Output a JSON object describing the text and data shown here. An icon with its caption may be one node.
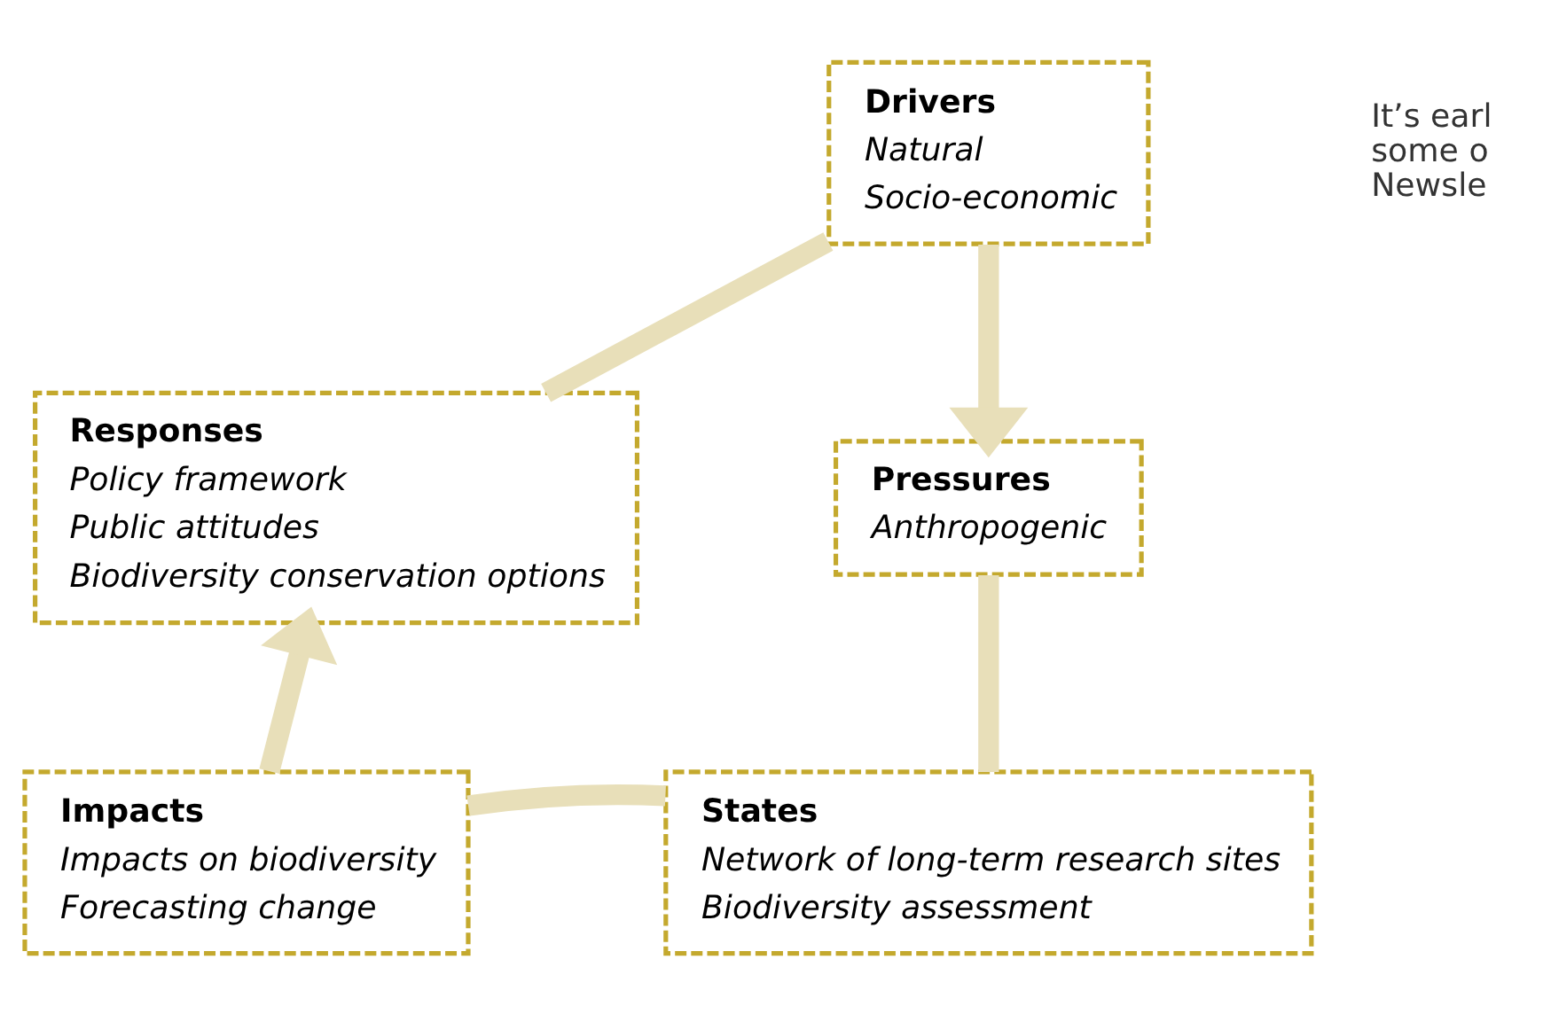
{
  "diagram": {
    "nodes": [
      {
        "text": [
          "Drivers",
          "Natural",
          "Socio-economic"
        ]
      },
      {
        "text": [
          "Responses",
          "Policy framework",
          "Public attitudes",
          "Biodiversity conservation options"
        ]
      },
      {
        "text": [
          "Pressures",
          "Anthropogenic"
        ]
      },
      {
        "text": [
          "Impacts",
          "Impacts on biodiversity",
          "Forecasting change"
        ]
      },
      {
        "text": [
          "States",
          "Network of long-term research sites",
          "Biodiversity assessment"
        ]
      }
    ],
    "edges": [
      {
        "from": 0,
        "to": 2,
        "arrow": "to"
      },
      {
        "from": 2,
        "to": 4,
        "arrow": "none"
      },
      {
        "from": 4,
        "to": 3,
        "arrow": "none"
      },
      {
        "from": 3,
        "to": 1,
        "arrow": "to"
      },
      {
        "from": 1,
        "to": 0,
        "arrow": "none"
      }
    ],
    "labels": [
      "It’s earl",
      "some o",
      "Newsle"
    ]
  }
}
